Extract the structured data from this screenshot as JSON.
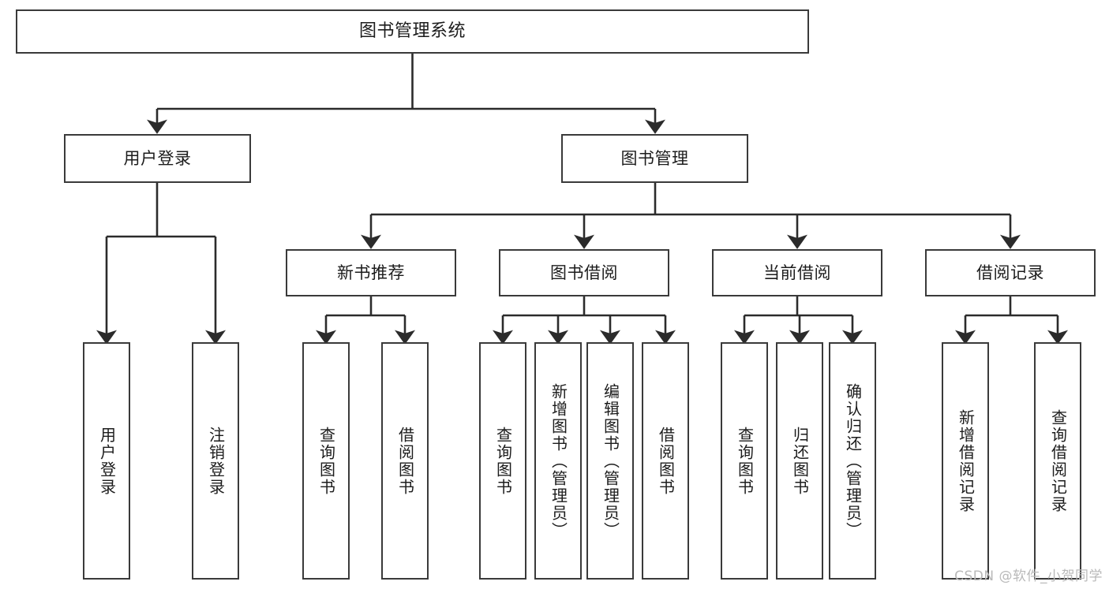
{
  "diagram": {
    "type": "tree-hierarchy",
    "title": "图书管理系统",
    "watermark": "CSDN @软件_小贺同学",
    "colors": {
      "box_border": "#3a3a3a",
      "box_fill": "#ffffff",
      "connector": "#2b2b2b",
      "text": "#1c1c1c",
      "watermark": "#b9b9b9",
      "background": "#ffffff"
    },
    "root": {
      "label": "图书管理系统"
    },
    "level2": [
      {
        "label": "用户登录"
      },
      {
        "label": "图书管理"
      }
    ],
    "level3": [
      {
        "label": "新书推荐"
      },
      {
        "label": "图书借阅"
      },
      {
        "label": "当前借阅"
      },
      {
        "label": "借阅记录"
      }
    ],
    "leaves": {
      "user_login": [
        {
          "label": "用户登录"
        },
        {
          "label": "注销登录"
        }
      ],
      "new_book_recommend": [
        {
          "label": "查询图书"
        },
        {
          "label": "借阅图书"
        }
      ],
      "book_borrow": [
        {
          "label": "查询图书"
        },
        {
          "label": "新增图书（管理员）"
        },
        {
          "label": "编辑图书（管理员）"
        },
        {
          "label": "借阅图书"
        }
      ],
      "current_borrow": [
        {
          "label": "查询图书"
        },
        {
          "label": "归还图书"
        },
        {
          "label": "确认归还（管理员）"
        }
      ],
      "borrow_record": [
        {
          "label": "新增借阅记录"
        },
        {
          "label": "查询借阅记录"
        }
      ]
    }
  }
}
